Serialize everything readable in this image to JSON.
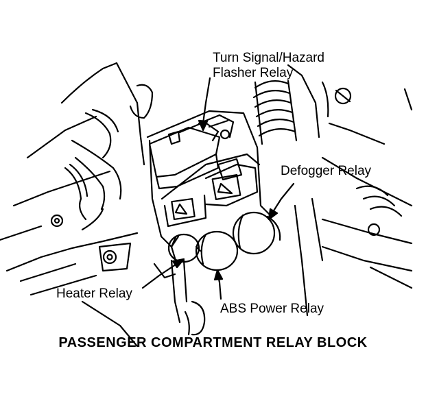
{
  "labels": {
    "flasher_line1": "Turn Signal/Hazard",
    "flasher_line2": "Flasher Relay",
    "defogger": "Defogger Relay",
    "heater": "Heater Relay",
    "abs": "ABS Power Relay"
  },
  "caption": "PASSENGER COMPARTMENT RELAY BLOCK",
  "colors": {
    "ink": "#000000",
    "paper": "#ffffff"
  }
}
